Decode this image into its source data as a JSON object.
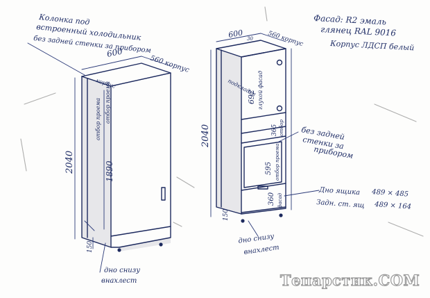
{
  "left_cabinet": {
    "title_line1": "Колонка под",
    "title_line2": "встроенный холодильник",
    "title_line3": "без задней стенки за прибором",
    "width": "600",
    "depth": "560 корпус",
    "height": "2040",
    "inner_height": "1890",
    "plinth": "150",
    "inner_label_a": "отбор проема",
    "inner_label_b": "отбор проема",
    "top_label": "корпус",
    "bottom_note_line1": "дно снизу",
    "bottom_note_line2": "внахлест"
  },
  "right_cabinet": {
    "facade_line1": "Фасад: R2 эмаль",
    "facade_line2": "глянец RAL 9016",
    "carcass": "Корпус ЛДСП белый",
    "width": "600",
    "side_width": "30",
    "depth": "560 корпус",
    "height": "2040",
    "upper_facade": "692",
    "upper_label": "подкладка",
    "upper_label2": "глухой фасад",
    "gap_dim": "365",
    "gap_label": "отбор",
    "niche_dim": "595",
    "niche_label": "отбор проема",
    "drawer_dim": "360",
    "drawer_label": "фасад",
    "plinth": "150",
    "no_back_line1": "без задней",
    "no_back_line2": "стенки за",
    "no_back_line3": "прибором",
    "drawer_bottom": "Дно ящика",
    "drawer_bottom_size": "489 × 485",
    "drawer_back": "Задн. ст. ящ",
    "drawer_back_size": "489 × 164",
    "bottom_note_line1": "дно снизу",
    "bottom_note_line2": "внахлест"
  },
  "watermark": "Тепарстик.COM",
  "colors": {
    "ink": "#1f2d66",
    "watermark_fill": "#ffffff",
    "watermark_stroke": "#9a9a9a"
  }
}
